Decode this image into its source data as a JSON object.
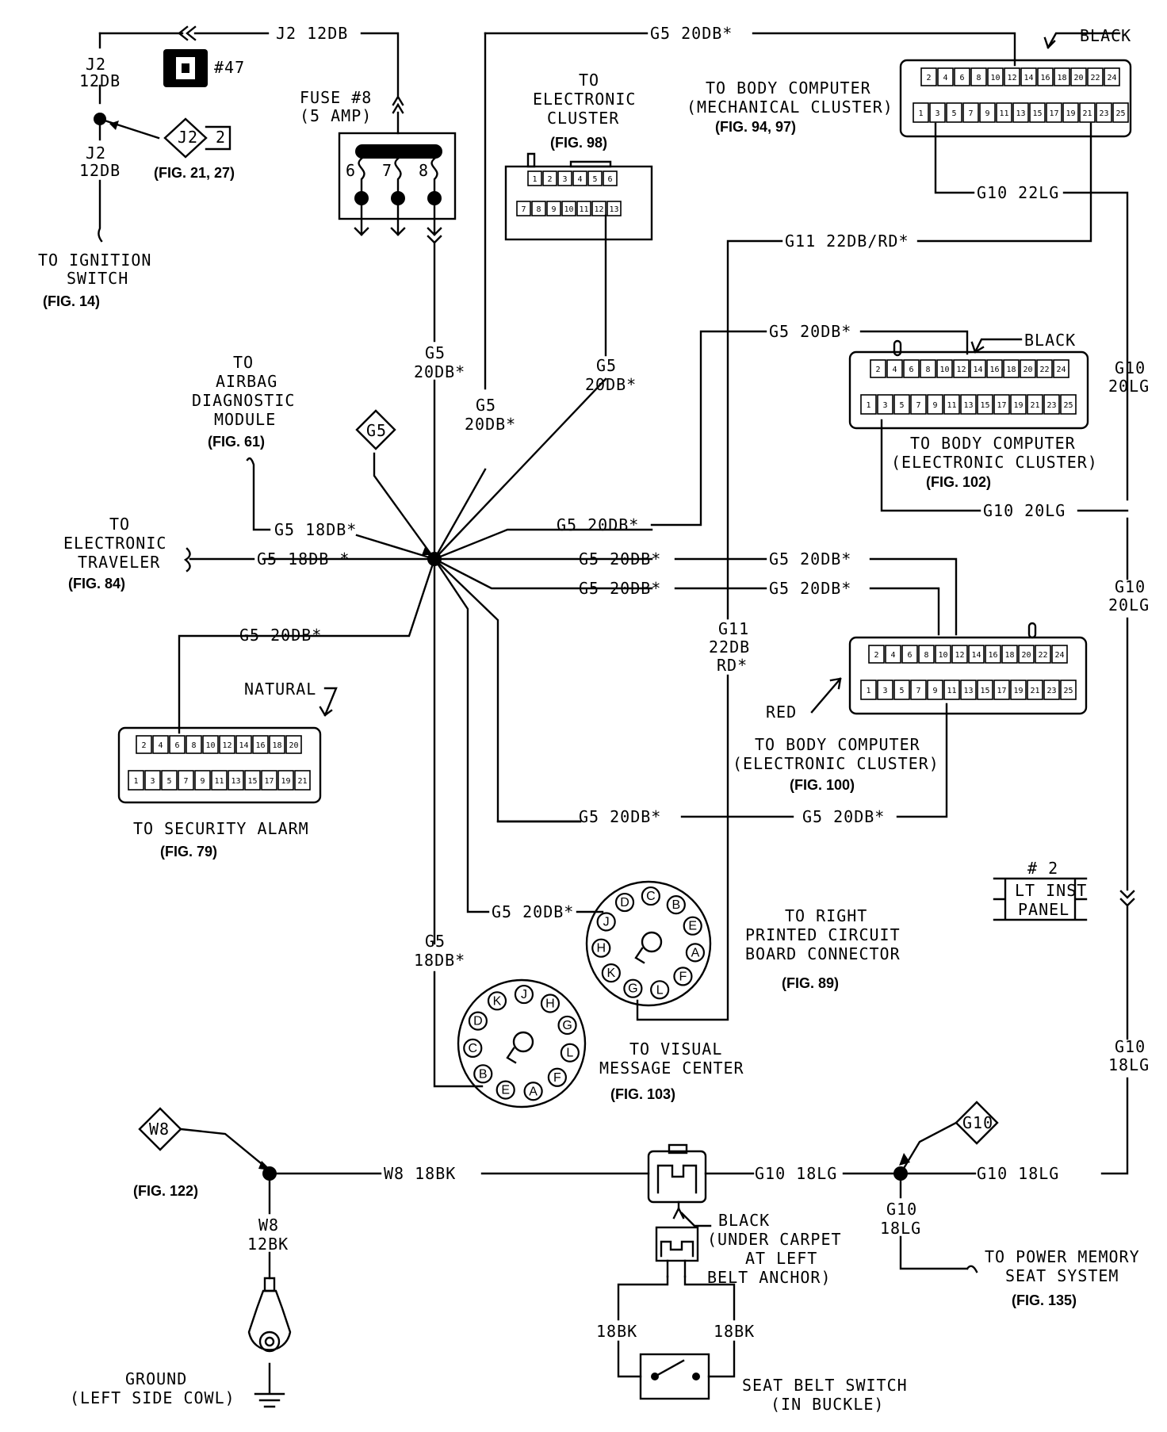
{
  "labels": {
    "j2_12db_top": "J2 12DB",
    "j2": "J2",
    "db12": "12DB",
    "hash47": "#47",
    "j2_tag": "J2",
    "j2_tag_num": "2",
    "fig_21_27": "(FIG. 21, 27)",
    "ign1": "TO IGNITION",
    "ign2": "SWITCH",
    "fig14": "(FIG. 14)",
    "fuse1": "FUSE #8",
    "fuse2": "(5 AMP)",
    "f6": "6",
    "f7": "7",
    "f8": "8",
    "ec1": "TO",
    "ec2": "ELECTRONIC",
    "ec3": "CLUSTER",
    "fig98": "(FIG. 98)",
    "g5_20db_top": "G5 20DB*",
    "black": "BLACK",
    "bcm1": "TO BODY COMPUTER",
    "bcm2": "(MECHANICAL CLUSTER)",
    "fig94_97": "(FIG. 94, 97)",
    "g10_22lg": "G10 22LG",
    "g11_22db_rd": "G11 22DB/RD*",
    "g5_20db": "G5 20DB*",
    "bce1": "TO BODY COMPUTER",
    "bce2": "(ELECTRONIC CLUSTER)",
    "fig102": "(FIG. 102)",
    "g10_20lg": "G10 20LG",
    "g10": "G10",
    "lg20": "20LG",
    "lg18": "18LG",
    "g5": "G5",
    "db20s": "20DB*",
    "db18s": "18DB*",
    "abag1": "TO",
    "abag2": "AIRBAG",
    "abag3": "DIAGNOSTIC",
    "abag4": "MODULE",
    "fig61": "(FIG. 61)",
    "g5_tag": "G5",
    "et1": "TO",
    "et2": "ELECTRONIC",
    "et3": "TRAVELER",
    "fig84": "(FIG. 84)",
    "g5_18db_a": "G5 18DB*",
    "g5_18db_b": "G5 18DB *",
    "natural": "NATURAL",
    "sec": "TO SECURITY ALARM",
    "fig79": "(FIG. 79)",
    "g11": "G11",
    "db22": "22DB",
    "rd": "RD*",
    "red": "RED",
    "bce3": "TO BODY COMPUTER",
    "bce4": "(ELECTRONIC CLUSTER)",
    "fig100": "(FIG. 100)",
    "lt1": "# 2",
    "lt2": "LT INST",
    "lt3": "PANEL",
    "pcb1": "TO RIGHT",
    "pcb2": "PRINTED CIRCUIT",
    "pcb3": "BOARD CONNECTOR",
    "fig89": "(FIG. 89)",
    "vmc1": "TO VISUAL",
    "vmc2": "MESSAGE CENTER",
    "fig103": "(FIG. 103)",
    "w8_tag": "W8",
    "fig122": "(FIG. 122)",
    "w8_18bk": "W8 18BK",
    "w8": "W8",
    "bk12": "12BK",
    "ground1": "GROUND",
    "ground2": "(LEFT SIDE COWL)",
    "g10_18lg": "G10 18LG",
    "g10_tag": "G10",
    "black2": "BLACK",
    "uc1": "(UNDER CARPET",
    "uc2": "AT LEFT",
    "uc3": "BELT ANCHOR)",
    "pm1": "TO POWER MEMORY",
    "pm2": "SEAT SYSTEM",
    "fig135": "(FIG. 135)",
    "bk18": "18BK",
    "sbs1": "SEAT BELT SWITCH",
    "sbs2": "(IN BUCKLE)"
  },
  "pins": {
    "bc24_top": [
      "2",
      "4",
      "6",
      "8",
      "10",
      "12",
      "14",
      "16",
      "18",
      "20",
      "22",
      "24"
    ],
    "bc24_bot": [
      "1",
      "3",
      "5",
      "7",
      "9",
      "11",
      "13",
      "15",
      "17",
      "19",
      "21",
      "23",
      "25"
    ],
    "sec_top": [
      "2",
      "4",
      "6",
      "8",
      "10",
      "12",
      "14",
      "16",
      "18",
      "20"
    ],
    "sec_bot": [
      "1",
      "3",
      "5",
      "7",
      "9",
      "11",
      "13",
      "15",
      "17",
      "19",
      "21"
    ],
    "ec_top": [
      "1",
      "2",
      "3",
      "4",
      "5",
      "6"
    ],
    "ec_bot": [
      "7",
      "8",
      "9",
      "10",
      "11",
      "12",
      "13"
    ],
    "pcb": [
      "D",
      "C",
      "B",
      "E",
      "A",
      "F",
      "L",
      "G",
      "K",
      "H",
      "J"
    ],
    "vmc": [
      "K",
      "J",
      "H",
      "G",
      "L",
      "F",
      "A",
      "E",
      "B",
      "C",
      "D"
    ]
  }
}
